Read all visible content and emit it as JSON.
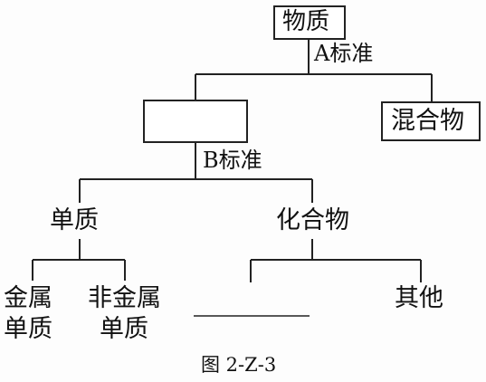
{
  "diagram": {
    "root": "物质",
    "criterion_a": "A标准",
    "mixture": "混合物",
    "criterion_b": "B标准",
    "element": "单质",
    "compound": "化合物",
    "metal_element": [
      "金属",
      "单质"
    ],
    "nonmetal_element": [
      "非金属",
      "单质"
    ],
    "other": "其他",
    "caption": "图 2-Z-3"
  }
}
